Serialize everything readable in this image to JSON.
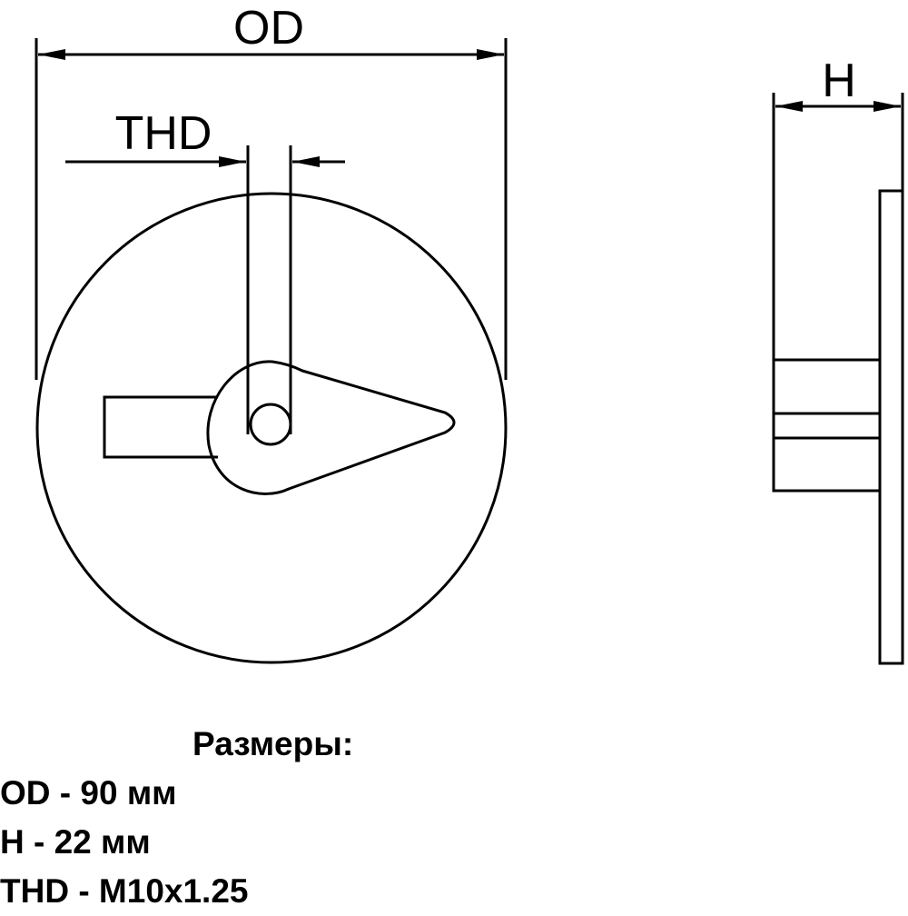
{
  "drawing": {
    "labels": {
      "od": "OD",
      "thd": "THD",
      "h": "H"
    },
    "line_color": "#000000",
    "background_color": "#ffffff"
  },
  "specs": {
    "title": "Размеры:",
    "lines": [
      "OD - 90 мм",
      "H - 22 мм",
      "THD - M10x1.25"
    ]
  }
}
